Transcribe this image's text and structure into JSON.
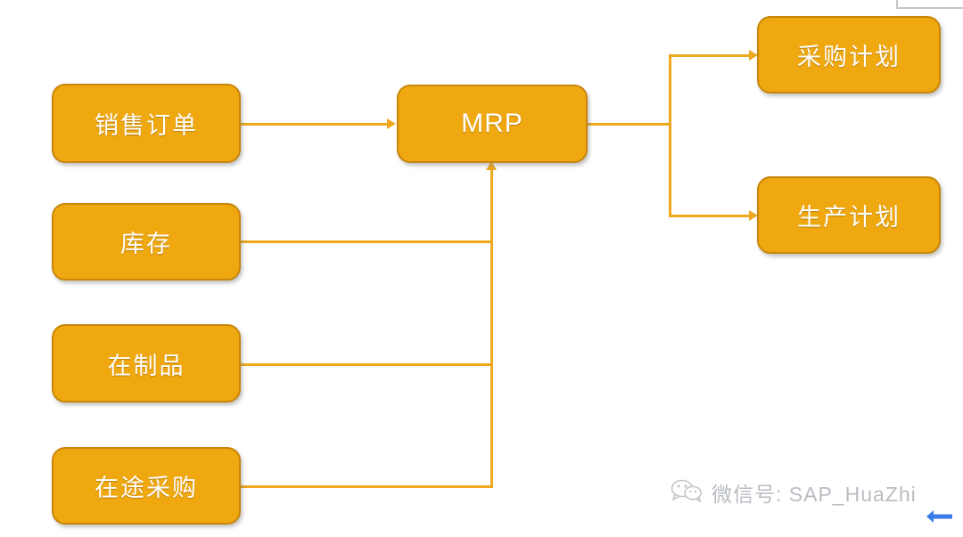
{
  "diagram": {
    "type": "flowchart",
    "title": "MRP inputs and outputs flowchart",
    "theme": {
      "node_fill": "#F0A810",
      "node_border": "#C8860A",
      "node_text": "#FFFFFF",
      "connector": "#EDA81E",
      "background": "#FFFFFF",
      "watermark_text": "#B9BDC2",
      "blue_arrow": "#3B7DE8"
    },
    "nodes": [
      {
        "id": "sales-order",
        "label": "销售订单",
        "script": "han"
      },
      {
        "id": "inventory",
        "label": "库存",
        "script": "han"
      },
      {
        "id": "work-in-progress",
        "label": "在制品",
        "script": "han"
      },
      {
        "id": "in-transit",
        "label": "在途采购",
        "script": "han"
      },
      {
        "id": "mrp",
        "label": "MRP",
        "script": "latin"
      },
      {
        "id": "purchase-plan",
        "label": "采购计划",
        "script": "han"
      },
      {
        "id": "production-plan",
        "label": "生产计划",
        "script": "han"
      }
    ],
    "edges": [
      {
        "from": "sales-order",
        "to": "mrp",
        "style": "arrow-right"
      },
      {
        "from": "inventory",
        "to": "mrp",
        "style": "elbow-up-arrow"
      },
      {
        "from": "work-in-progress",
        "to": "mrp",
        "style": "elbow-up-arrow"
      },
      {
        "from": "in-transit",
        "to": "mrp",
        "style": "elbow-up-arrow"
      },
      {
        "from": "mrp",
        "to": "purchase-plan",
        "style": "branch-arrow-right"
      },
      {
        "from": "mrp",
        "to": "production-plan",
        "style": "branch-arrow-right"
      }
    ]
  },
  "watermark": {
    "icon": "wechat-icon",
    "text": "微信号: SAP_HuaZhi"
  }
}
